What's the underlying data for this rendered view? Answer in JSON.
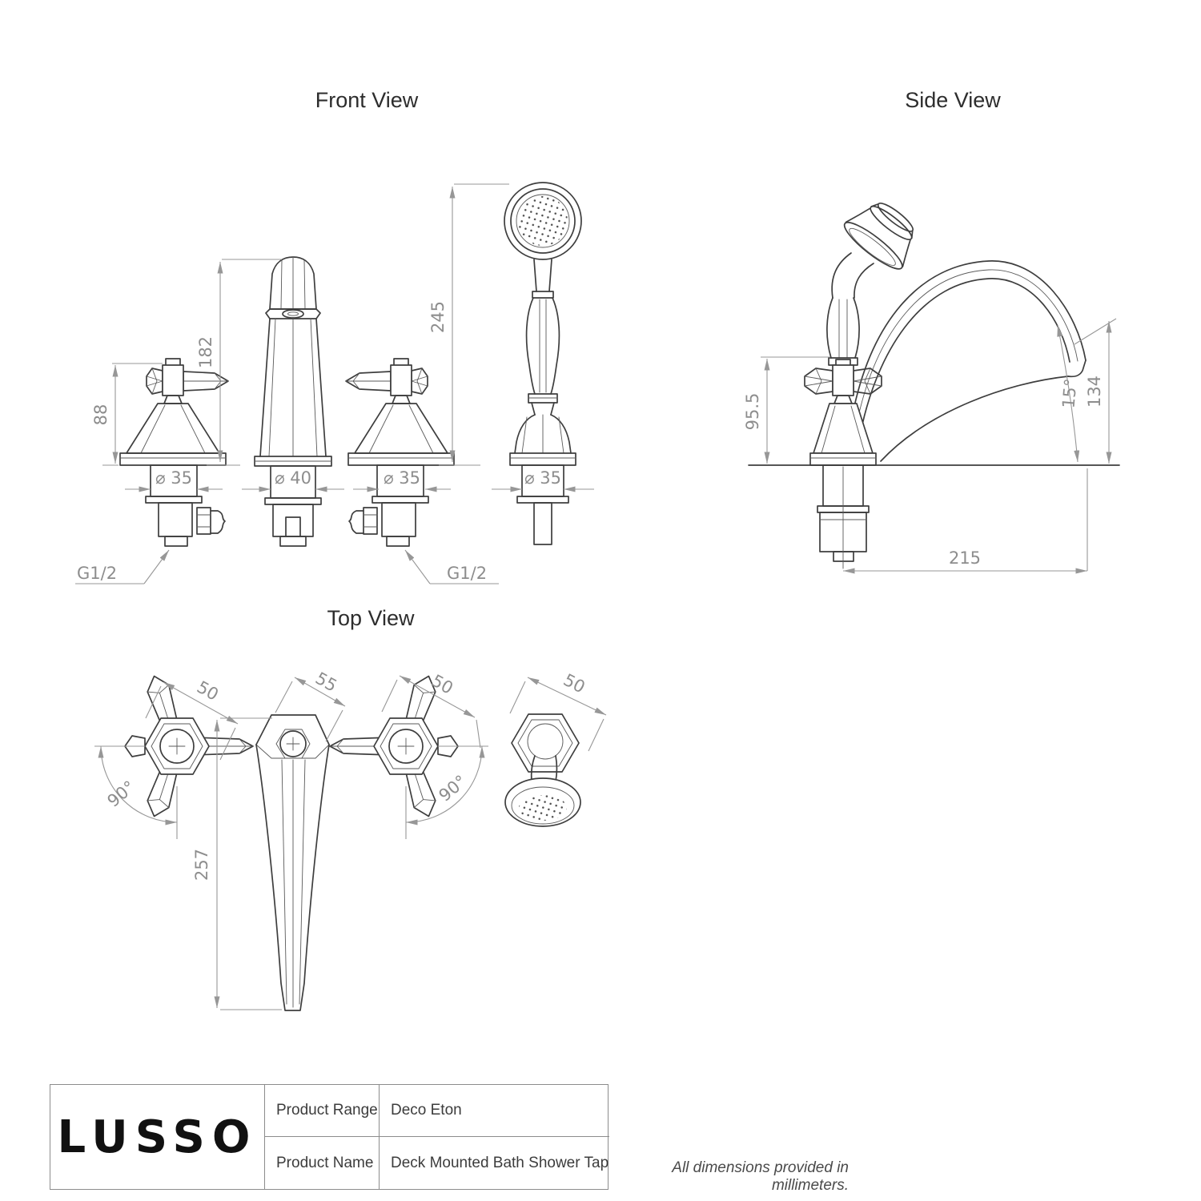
{
  "views": {
    "front": {
      "title": "Front View"
    },
    "side": {
      "title": "Side View"
    },
    "top": {
      "title": "Top View"
    }
  },
  "front_dims": {
    "handle_height": "88",
    "spout_height": "182",
    "handshower_height": "245",
    "valve_left_dia": "⌀ 35",
    "spout_dia": "⌀ 40",
    "valve_right_dia": "⌀ 35",
    "handshower_dia": "⌀ 35",
    "thread_left": "G1/2",
    "thread_right": "G1/2"
  },
  "side_dims": {
    "handle_height": "95.5",
    "spout_angle": "15°",
    "spout_tip_height": "134",
    "spout_reach": "215"
  },
  "top_dims": {
    "handle_left_width": "50",
    "spout_width": "55",
    "handle_right_width": "50",
    "handshower_width": "50",
    "handle_left_rotation": "90°",
    "handle_right_rotation": "90°",
    "spout_length": "257"
  },
  "title_block": {
    "brand": "LUSSO",
    "rows": [
      {
        "label": "Product Range",
        "value": "Deco Eton"
      },
      {
        "label": "Product Name",
        "value": "Deck Mounted Bath Shower Tap"
      }
    ],
    "note": "All dimensions provided in millimeters."
  },
  "colors": {
    "object_line": "#3e3e3e",
    "dimension_line": "#979797",
    "dimension_text": "#8d8d8d",
    "title_text": "#2d2d2d",
    "background": "#ffffff"
  }
}
